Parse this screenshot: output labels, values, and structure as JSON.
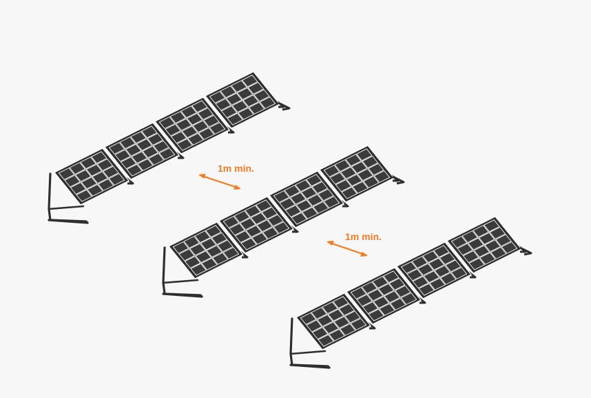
{
  "diagram": {
    "background": "#f7f7f7",
    "panel_color": "#3a3a3a",
    "frame_color": "#2f2f2f",
    "cell_color": "#3b3b3b",
    "cell_border": "#ffffff",
    "accent_color": "#f47a20",
    "rows": [
      {
        "name": "row-1",
        "panels": 4
      },
      {
        "name": "row-2",
        "panels": 4
      },
      {
        "name": "row-3",
        "panels": 4
      }
    ],
    "spacing_labels": [
      {
        "text": "1m min."
      },
      {
        "text": "1m min."
      }
    ]
  }
}
